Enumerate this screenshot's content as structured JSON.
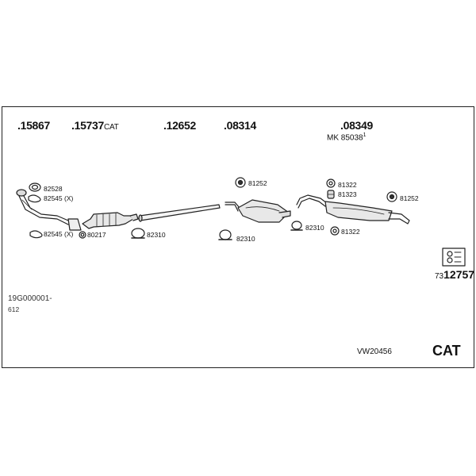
{
  "parts": {
    "p15867": ".15867",
    "p15737": ".15737",
    "p15737_suffix": "CAT",
    "p12652": ".12652",
    "p08314": ".08314",
    "p08349": ".08349",
    "mk_label": "MK",
    "mk_number": "85038",
    "mk_sup": "1"
  },
  "small_parts": {
    "a82528": "82528",
    "a82545x_top": "82545 (X)",
    "a82545x_bottom": "82545 (X)",
    "a80217": "80217",
    "a82310_a": "82310",
    "a81252_a": "81252",
    "a82310_b": "82310",
    "a82310_c": "82310",
    "a81322_top": "81322",
    "a81323": "81323",
    "a81252_b": "81252",
    "a81322_bottom": "81322"
  },
  "kit": {
    "prefix": "73",
    "number": "12757"
  },
  "info": {
    "code": "19G000001-",
    "sub": "612",
    "model": "VW20456",
    "badge": "CAT"
  }
}
